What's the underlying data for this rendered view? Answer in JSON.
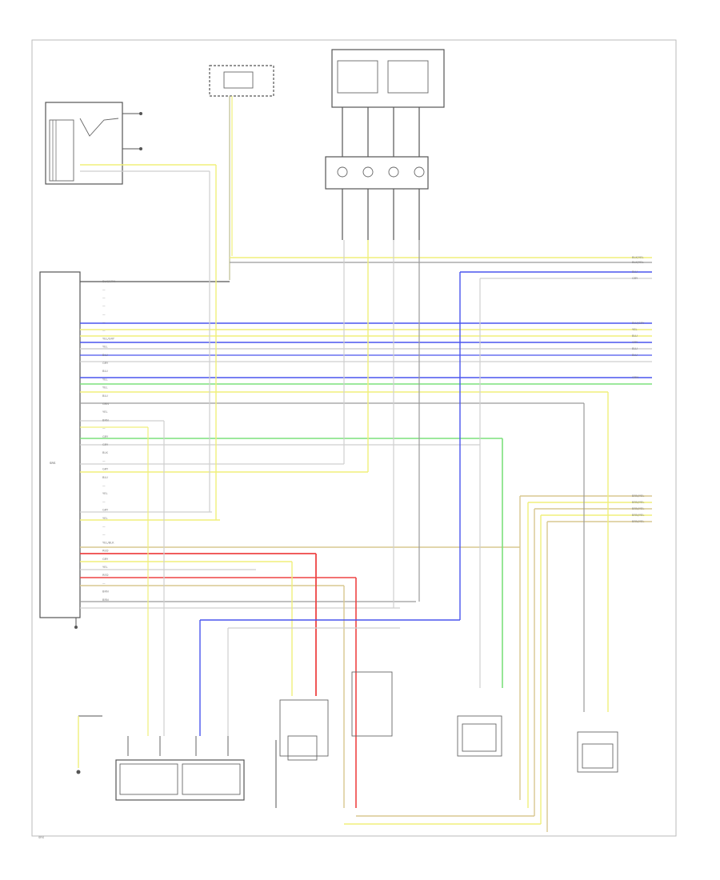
{
  "diagram": {
    "colors": {
      "yellow": "#f0ef7a",
      "blue": "#4a55ee",
      "green": "#7be07b",
      "red": "#ee4444",
      "gray": "#9a9a9a",
      "lightgray": "#cfcfcf",
      "dark": "#555555",
      "tan": "#d8c890"
    },
    "labels": {
      "module_label": "SRS",
      "footer": "SRS",
      "left_pin_labels": [
        "BLK/GRN",
        "—",
        "—",
        "—",
        "—",
        "—",
        "—",
        "YEL/GRY",
        "YEL",
        "BLU",
        "GRY",
        "BLU",
        "YEL",
        "YEL",
        "BLU",
        "GRN",
        "YEL",
        "BRN",
        "—",
        "GRY",
        "GRY",
        "BLK",
        "—",
        "GRY",
        "BLU",
        "—",
        "YEL",
        "—",
        "GRY",
        "YEL",
        "—",
        "—",
        "YEL/BLK",
        "RED",
        "GRY",
        "YEL",
        "RED",
        "—",
        "BRN",
        "BRN"
      ],
      "right_wire_labels_top": [
        "BLK/YEL",
        "BLK/YEL",
        "BLU",
        "GRY",
        "BLU/GRY",
        "YEL",
        "BLU",
        "GRY",
        "BLU",
        "BLU",
        "GRN"
      ],
      "right_wire_labels_mid": [
        "BRN/YEL",
        "BRN/YEL",
        "BRN/YEL",
        "BRN/YEL",
        "BRN/YEL"
      ]
    }
  }
}
